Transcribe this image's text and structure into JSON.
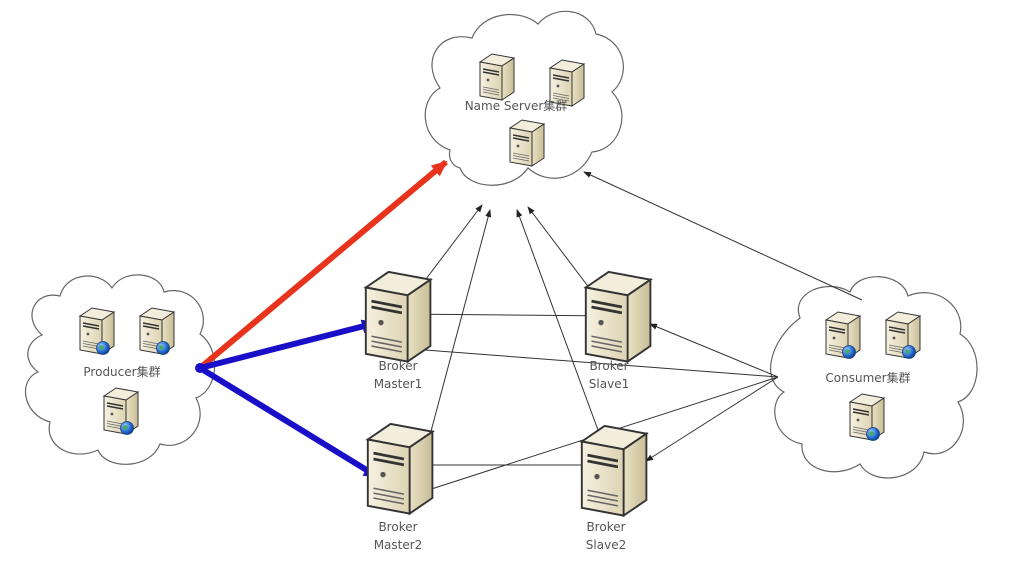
{
  "title": "RocketMQ cluster deployment topology",
  "colors": {
    "producer_to_nameserver": "#e8341c",
    "producer_to_broker": "#1a0fc8",
    "thin_link": "#333333",
    "server_body": "#ede6cf",
    "globe": "#2a6fd6"
  },
  "clusters": {
    "name_server": {
      "label": "Name Server集群",
      "servers": 3,
      "icon": "server-icon"
    },
    "producer": {
      "label": "Producer集群",
      "servers": 3,
      "icon": "server-with-globe-icon"
    },
    "consumer": {
      "label": "Consumer集群",
      "servers": 3,
      "icon": "server-with-globe-icon"
    }
  },
  "brokers": [
    {
      "id": "m1",
      "line1": "Broker",
      "line2": "Master1"
    },
    {
      "id": "s1",
      "line1": "Broker",
      "line2": "Slave1"
    },
    {
      "id": "m2",
      "line1": "Broker",
      "line2": "Master2"
    },
    {
      "id": "s2",
      "line1": "Broker",
      "line2": "Slave2"
    }
  ],
  "connections": [
    {
      "from": "producer",
      "to": "name_server",
      "style": "thick-red"
    },
    {
      "from": "producer",
      "to": "m1",
      "style": "thick-blue"
    },
    {
      "from": "producer",
      "to": "m2",
      "style": "thick-blue"
    },
    {
      "from": "m1",
      "to": "s1",
      "style": "thin"
    },
    {
      "from": "m2",
      "to": "s2",
      "style": "thin"
    },
    {
      "from": "m1",
      "to": "name_server",
      "style": "thin"
    },
    {
      "from": "m2",
      "to": "name_server",
      "style": "thin"
    },
    {
      "from": "s1",
      "to": "name_server",
      "style": "thin"
    },
    {
      "from": "s2",
      "to": "name_server",
      "style": "thin"
    },
    {
      "from": "consumer",
      "to": "name_server",
      "style": "thin"
    },
    {
      "from": "consumer",
      "to": "m1",
      "style": "thin"
    },
    {
      "from": "consumer",
      "to": "s1",
      "style": "thin"
    },
    {
      "from": "consumer",
      "to": "m2",
      "style": "thin"
    },
    {
      "from": "consumer",
      "to": "s2",
      "style": "thin"
    }
  ]
}
